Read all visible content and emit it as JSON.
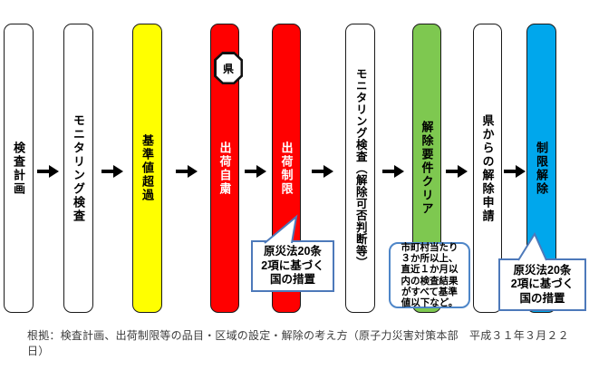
{
  "flow": {
    "steps": [
      {
        "label": "検査計画",
        "fill": "#ffffff",
        "text": "#000000"
      },
      {
        "label": "モニタリング検査",
        "fill": "#ffffff",
        "text": "#000000"
      },
      {
        "label": "基準値超過",
        "fill": "#ffff00",
        "text": "#000000"
      },
      {
        "label": "出荷自粛",
        "fill": "#ff0000",
        "text": "#ffffff"
      },
      {
        "label": "出荷制限",
        "fill": "#ff0000",
        "text": "#ffffff"
      },
      {
        "label": "モニタリング検査（解除可否判断等）",
        "fill": "#ffffff",
        "text": "#000000"
      },
      {
        "label": "解除要件クリア",
        "fill": "#7ec850",
        "text": "#000000"
      },
      {
        "label": "県からの解除申請",
        "fill": "#ffffff",
        "text": "#000000"
      },
      {
        "label": "制限解除",
        "fill": "#00a7ec",
        "text": "#000000"
      }
    ],
    "badge": {
      "label": "県"
    },
    "callouts": {
      "shipment_restriction": {
        "text": "原災法20条\n2項に基づく\n国の措置",
        "border": "#4d79ba"
      },
      "release_criteria": {
        "text": "市町村当たり\n３か所以上、\n直近１か月以\n内の検査結果\nがすべて基準\n値以下など。",
        "border": "#4e86c8"
      },
      "restriction_lifted": {
        "text": "原災法20条\n2項に基づく\n国の措置",
        "border": "#4d79ba"
      }
    },
    "arrow_color": "#000000",
    "footer": "根拠：検査計画、出荷制限等の品目・区域の設定・解除の考え方（原子力災害対策本部　平成３１年３月２２日）"
  }
}
